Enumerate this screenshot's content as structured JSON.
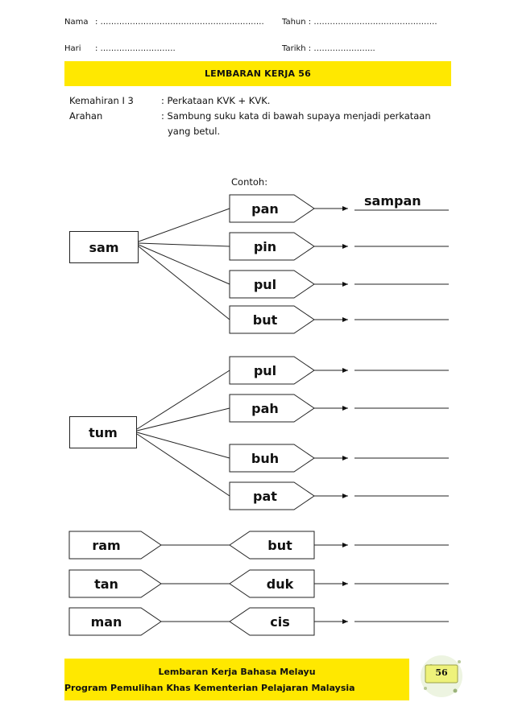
{
  "header": {
    "nama_label": "Nama",
    "nama_blank": ": …………………………………………………….",
    "tahun_label": "Tahun : ……………………………………….",
    "hari_label": "Hari",
    "hari_blank": ": ……………………….",
    "tarikh_label": "Tarikh : ………………….."
  },
  "title": "LEMBARAN KERJA 56",
  "info": {
    "kemahiran_label": "Kemahiran  I 3",
    "kemahiran_value": ": Perkataan KVK + KVK.",
    "arahan_label": "Arahan",
    "arahan_line1": ": Sambung suku kata di bawah  supaya menjadi perkataan",
    "arahan_line2": "yang betul."
  },
  "example_label": "Contoh:",
  "group1": {
    "root": "sam",
    "suffixes": [
      "pan",
      "pin",
      "pul",
      "but"
    ],
    "example_answer": "sampan"
  },
  "group2": {
    "root": "tum",
    "suffixes": [
      "pul",
      "pah",
      "buh",
      "pat"
    ]
  },
  "group3": {
    "left": [
      "ram",
      "tan",
      "man"
    ],
    "right": [
      "but",
      "duk",
      "cis"
    ]
  },
  "footer": {
    "line1": "Lembaran Kerja Bahasa Melayu",
    "line2": "Program Pemulihan  Khas  Kementerian  Pelajaran Malaysia",
    "page_number": "56"
  },
  "colors": {
    "highlight": "#ffe800",
    "badge": "#eef27a"
  }
}
